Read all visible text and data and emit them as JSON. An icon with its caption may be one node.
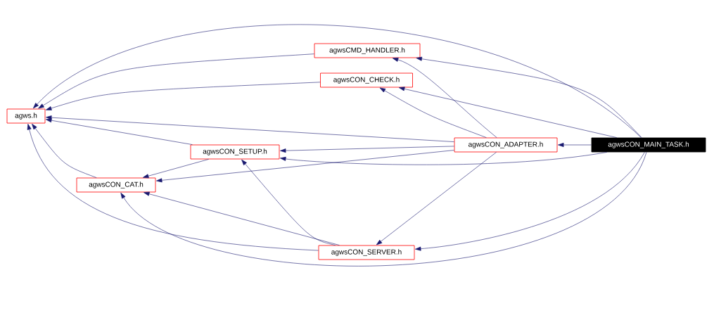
{
  "diagram": {
    "nodes": [
      {
        "text": [
          "agws.h"
        ]
      },
      {
        "text": [
          "agwsCMD_HANDLER.h"
        ]
      },
      {
        "text": [
          "agwsCON_CHECK.h"
        ]
      },
      {
        "text": [
          "agwsCON_SETUP.h"
        ]
      },
      {
        "text": [
          "agwsCON_CAT.h"
        ]
      },
      {
        "text": [
          "agwsCON_ADAPTER.h"
        ]
      },
      {
        "text": [
          "agwsCON_MAIN_TASK.h"
        ]
      },
      {
        "text": [
          "agwsCON_SERVER.h"
        ]
      }
    ],
    "edges": [
      {
        "from": 6,
        "to": 5,
        "arrow": "to"
      },
      {
        "from": 6,
        "to": 0,
        "arrow": "to"
      },
      {
        "from": 6,
        "to": 1,
        "arrow": "to"
      },
      {
        "from": 6,
        "to": 2,
        "arrow": "to"
      },
      {
        "from": 6,
        "to": 3,
        "arrow": "to"
      },
      {
        "from": 6,
        "to": 4,
        "arrow": "to"
      },
      {
        "from": 6,
        "to": 7,
        "arrow": "to"
      },
      {
        "from": 5,
        "to": 1,
        "arrow": "to"
      },
      {
        "from": 5,
        "to": 2,
        "arrow": "to"
      },
      {
        "from": 5,
        "to": 0,
        "arrow": "to"
      },
      {
        "from": 5,
        "to": 3,
        "arrow": "to"
      },
      {
        "from": 5,
        "to": 4,
        "arrow": "to"
      },
      {
        "from": 5,
        "to": 7,
        "arrow": "to"
      },
      {
        "from": 1,
        "to": 0,
        "arrow": "to"
      },
      {
        "from": 2,
        "to": 0,
        "arrow": "to"
      },
      {
        "from": 3,
        "to": 0,
        "arrow": "to"
      },
      {
        "from": 3,
        "to": 4,
        "arrow": "to"
      },
      {
        "from": 4,
        "to": 0,
        "arrow": "to"
      },
      {
        "from": 7,
        "to": 0,
        "arrow": "to"
      },
      {
        "from": 7,
        "to": 3,
        "arrow": "to"
      },
      {
        "from": 7,
        "to": 4,
        "arrow": "to"
      }
    ]
  }
}
